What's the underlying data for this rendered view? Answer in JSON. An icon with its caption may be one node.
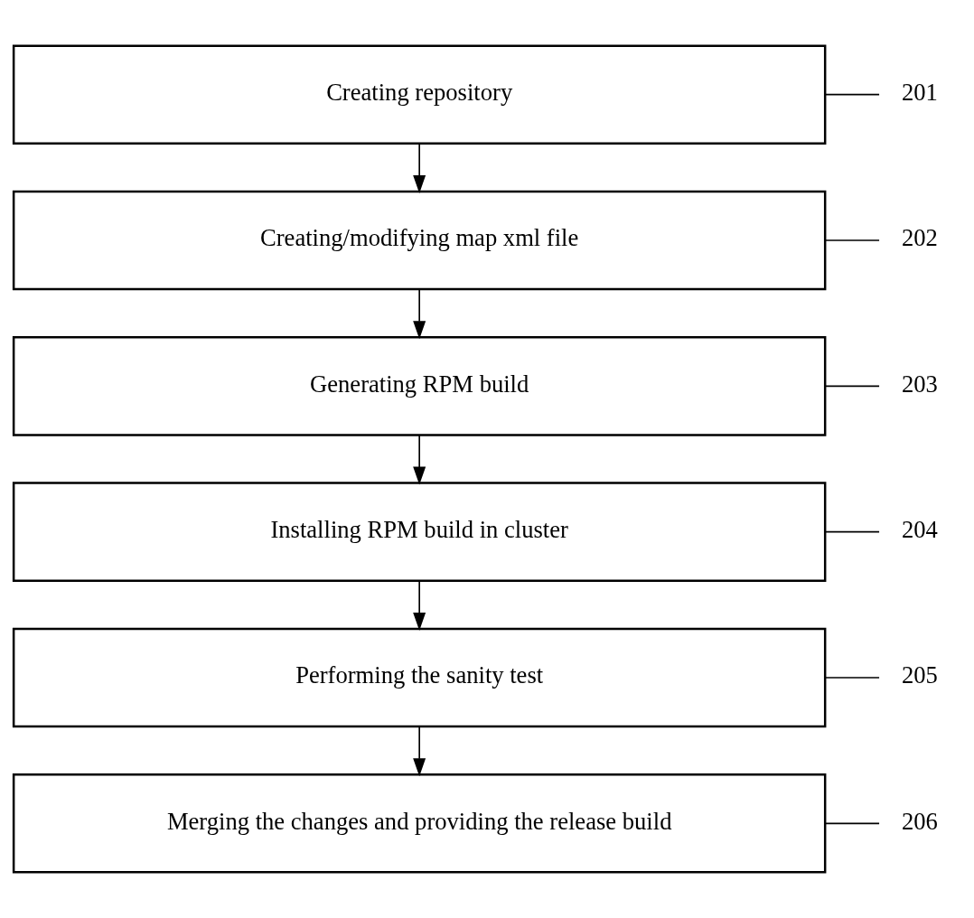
{
  "diagram": {
    "nodes": [
      {
        "text": [
          "Creating repository"
        ]
      },
      {
        "text": [
          "Creating/modifying map xml file"
        ]
      },
      {
        "text": [
          "Generating RPM build"
        ]
      },
      {
        "text": [
          "Installing RPM build in cluster"
        ]
      },
      {
        "text": [
          "Performing the sanity test"
        ]
      },
      {
        "text": [
          "Merging the changes and providing the release build"
        ]
      },
      {
        "text": [
          "201"
        ]
      },
      {
        "text": [
          "202"
        ]
      },
      {
        "text": [
          "203"
        ]
      },
      {
        "text": [
          "204"
        ]
      },
      {
        "text": [
          "205"
        ]
      },
      {
        "text": [
          "206"
        ]
      }
    ],
    "edges": [
      {
        "from": 0,
        "to": 1,
        "arrow": "to"
      },
      {
        "from": 1,
        "to": 2,
        "arrow": "to"
      },
      {
        "from": 2,
        "to": 3,
        "arrow": "to"
      },
      {
        "from": 3,
        "to": 4,
        "arrow": "to"
      },
      {
        "from": 4,
        "to": 5,
        "arrow": "to"
      },
      {
        "from": 6,
        "to": 0,
        "arrow": "none"
      },
      {
        "from": 7,
        "to": 1,
        "arrow": "none"
      },
      {
        "from": 8,
        "to": 2,
        "arrow": "none"
      },
      {
        "from": 9,
        "to": 3,
        "arrow": "none"
      },
      {
        "from": 10,
        "to": 4,
        "arrow": "none"
      },
      {
        "from": 11,
        "to": 5,
        "arrow": "none"
      }
    ]
  }
}
